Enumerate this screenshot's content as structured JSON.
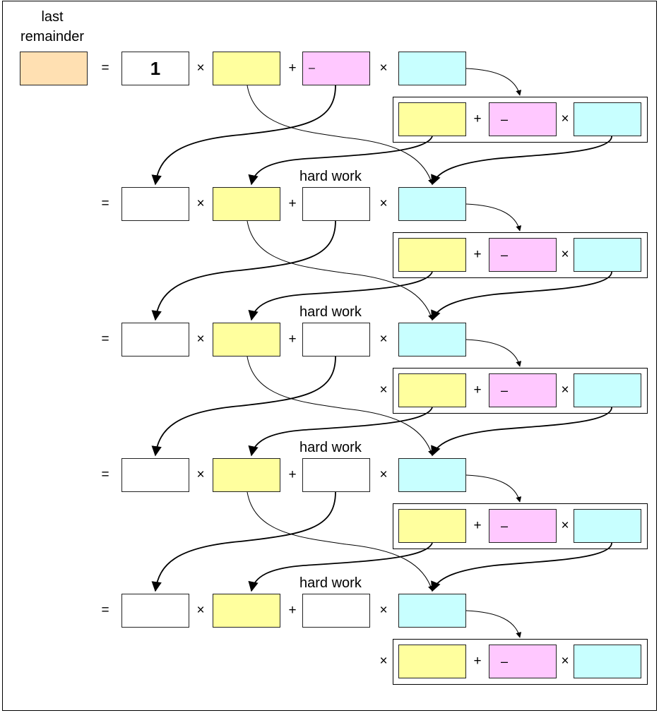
{
  "heading": {
    "line1": "last",
    "line2": "remainder"
  },
  "colors": {
    "orange": "#ffe0b2",
    "white": "#ffffff",
    "yellow": "#ffff9e",
    "pink": "#ffc8ff",
    "cyan": "#c8ffff",
    "stroke": "#000000"
  },
  "symbols": {
    "equals": "=",
    "times": "×",
    "plus": "+",
    "minus": "–"
  },
  "rows": [
    {
      "first_value": "1",
      "middle_label": "–",
      "above_label": "",
      "lower_prefix": ""
    },
    {
      "first_value": "",
      "middle_label": "",
      "above_label": "hard work",
      "lower_prefix": ""
    },
    {
      "first_value": "",
      "middle_label": "",
      "above_label": "hard work",
      "lower_prefix": "×"
    },
    {
      "first_value": "",
      "middle_label": "",
      "above_label": "hard work",
      "lower_prefix": ""
    },
    {
      "first_value": "",
      "middle_label": "",
      "above_label": "hard work",
      "lower_prefix": "×"
    }
  ],
  "lower_row": {
    "pink_label": "–"
  }
}
